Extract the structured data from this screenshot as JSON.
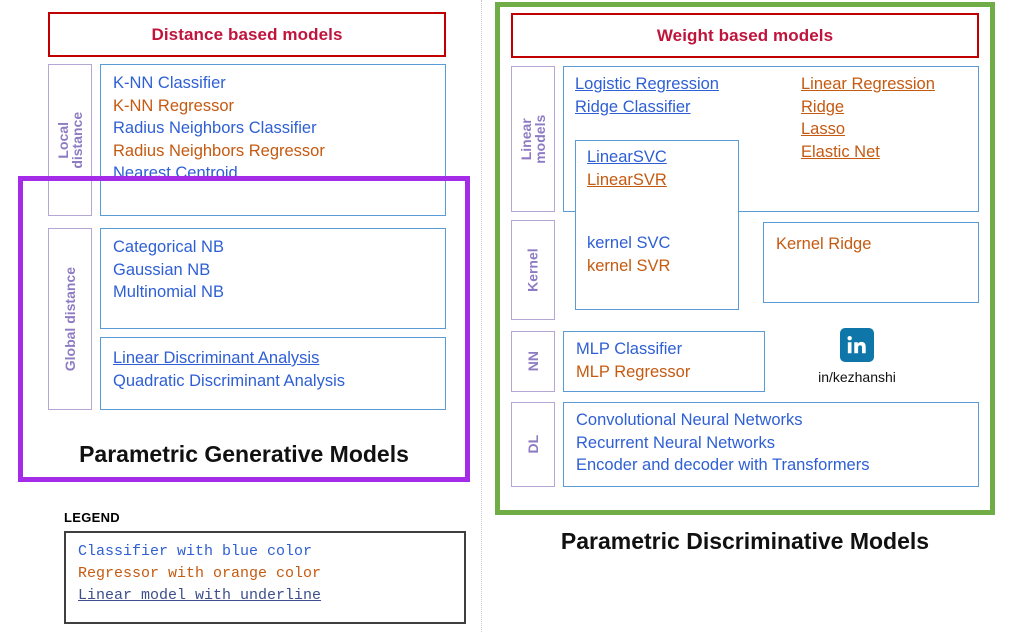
{
  "left_panel": {
    "title": "Distance based models",
    "groups": [
      {
        "side_label_line1": "Local",
        "side_label_line2": "distance",
        "items": [
          {
            "text": "K-NN Classifier",
            "kind": "classifier",
            "linear": false
          },
          {
            "text": "K-NN Regressor",
            "kind": "regressor",
            "linear": false
          },
          {
            "text": "Radius Neighbors Classifier",
            "kind": "classifier",
            "linear": false
          },
          {
            "text": "Radius Neighbors Regressor",
            "kind": "regressor",
            "linear": false
          },
          {
            "text": "Nearest Centroid",
            "kind": "classifier",
            "linear": true
          }
        ]
      },
      {
        "side_label_line1": "Global distance",
        "side_label_line2": "",
        "box_a_items": [
          {
            "text": "Categorical NB",
            "kind": "classifier",
            "linear": false
          },
          {
            "text": "Gaussian NB",
            "kind": "classifier",
            "linear": false
          },
          {
            "text": "Multinomial NB",
            "kind": "classifier",
            "linear": false
          }
        ],
        "box_b_items": [
          {
            "text": "Linear Discriminant Analysis",
            "kind": "classifier",
            "linear": true
          },
          {
            "text": "Quadratic Discriminant Analysis",
            "kind": "classifier",
            "linear": false
          }
        ]
      }
    ],
    "caption": "Parametric Generative Models"
  },
  "right_panel": {
    "title": "Weight based models",
    "rows": [
      {
        "side_label_line1": "Linear",
        "side_label_line2": "models",
        "left_items": [
          {
            "text": "Logistic Regression",
            "kind": "classifier",
            "linear": true
          },
          {
            "text": "Ridge Classifier",
            "kind": "classifier",
            "linear": true
          }
        ],
        "right_items": [
          {
            "text": "Linear Regression",
            "kind": "regressor",
            "linear": true
          },
          {
            "text": "Ridge",
            "kind": "regressor",
            "linear": true
          },
          {
            "text": "Lasso",
            "kind": "regressor",
            "linear": true
          },
          {
            "text": "Elastic Net",
            "kind": "regressor",
            "linear": true
          }
        ]
      },
      {
        "side_label_line1": "Kernel",
        "side_label_line2": "",
        "right_items": [
          {
            "text": "Kernel Ridge",
            "kind": "regressor",
            "linear": false
          }
        ]
      },
      {
        "side_label_line1": "NN",
        "side_label_line2": "",
        "left_items": [
          {
            "text": "MLP Classifier",
            "kind": "classifier",
            "linear": false
          },
          {
            "text": "MLP Regressor",
            "kind": "regressor",
            "linear": false
          }
        ]
      },
      {
        "side_label_line1": "DL",
        "side_label_line2": "",
        "left_items": [
          {
            "text": "Convolutional Neural Networks",
            "kind": "classifier",
            "linear": false
          },
          {
            "text": "Recurrent Neural Networks",
            "kind": "classifier",
            "linear": false
          },
          {
            "text": "Encoder and decoder with Transformers",
            "kind": "classifier",
            "linear": false
          }
        ]
      }
    ],
    "svm_spanning_box": {
      "top_items": [
        {
          "text": "LinearSVC",
          "kind": "classifier",
          "linear": true
        },
        {
          "text": "LinearSVR",
          "kind": "regressor",
          "linear": true
        }
      ],
      "bottom_items": [
        {
          "text": "kernel SVC",
          "kind": "classifier",
          "linear": false
        },
        {
          "text": "kernel SVR",
          "kind": "regressor",
          "linear": false
        }
      ]
    },
    "caption": "Parametric Discriminative Models"
  },
  "legend": {
    "title": "LEGEND",
    "lines": [
      {
        "text": "Classifier with blue color",
        "kind": "classifier",
        "linear": false
      },
      {
        "text": "Regressor with orange color",
        "kind": "regressor",
        "linear": false
      },
      {
        "text": "Linear model with underline",
        "kind": "linear",
        "linear": true
      }
    ]
  },
  "credit": {
    "handle": "in/kezhanshi",
    "icon": "linkedin-icon"
  },
  "colors": {
    "classifier_blue": "#2E5FD4",
    "regressor_orange": "#C55A11",
    "title_red": "#C0143C",
    "title_border_red": "#C00000",
    "generative_purple": "#A42BE8",
    "discriminative_green": "#70AD47",
    "side_label_purple": "#8E7CC3",
    "box_blue": "#5B9BD5",
    "linkedin_blue": "#0E76A8"
  }
}
